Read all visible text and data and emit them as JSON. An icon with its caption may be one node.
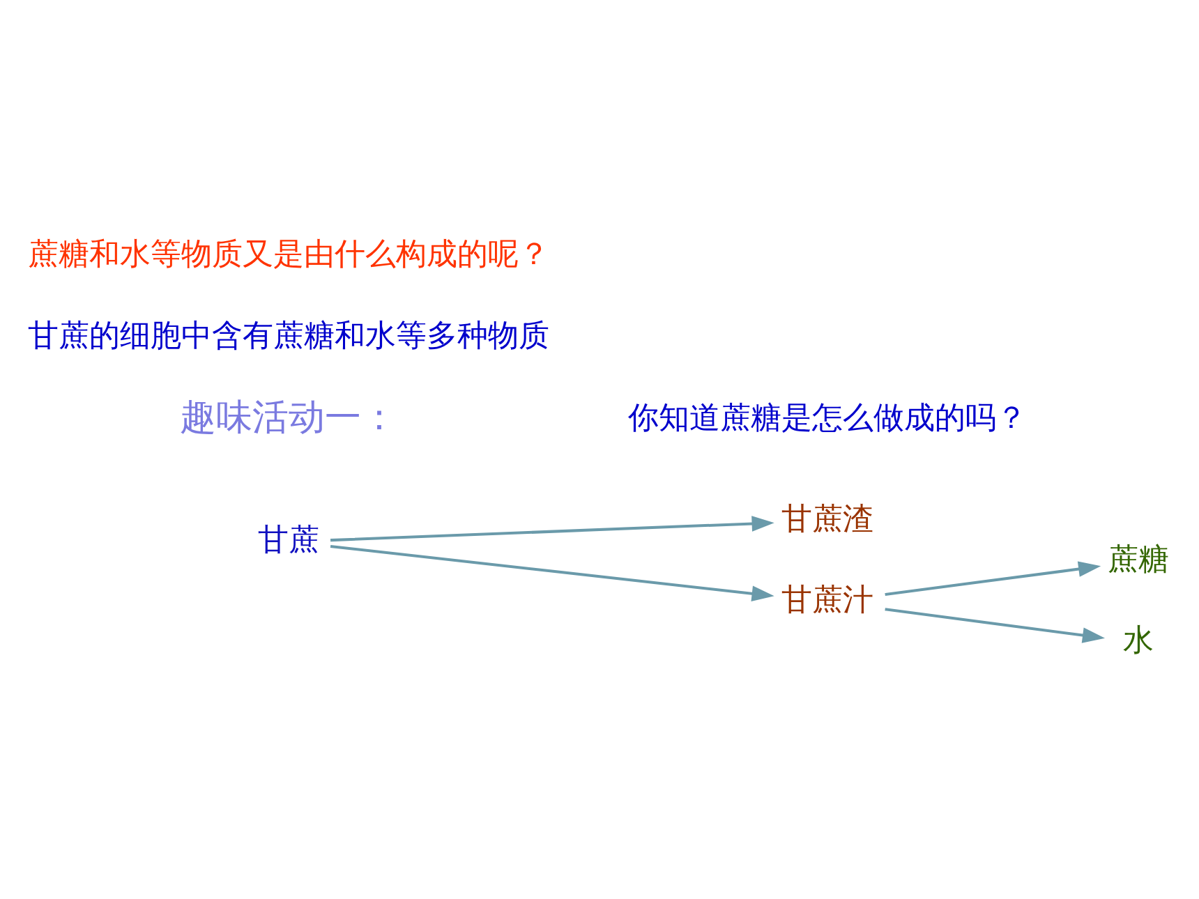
{
  "diagram": {
    "nodes": [
      {
        "text": [
          "甘蔗"
        ]
      },
      {
        "text": [
          "甘蔗渣"
        ]
      },
      {
        "text": [
          "甘蔗汁"
        ]
      },
      {
        "text": [
          "蔗糖"
        ]
      },
      {
        "text": [
          "水"
        ]
      }
    ],
    "edges": [
      {
        "from": 0,
        "to": 1,
        "arrow": "to"
      },
      {
        "from": 0,
        "to": 2,
        "arrow": "to"
      },
      {
        "from": 2,
        "to": 3,
        "arrow": "to"
      },
      {
        "from": 2,
        "to": 4,
        "arrow": "to"
      }
    ],
    "labels": [
      "趣味活动一：",
      "你知道蔗糖是怎么做成的吗？",
      "甘蔗的细胞中含有蔗糖和水等多种物质",
      "蔗糖和水等物质又是由什么构成的呢？"
    ]
  }
}
